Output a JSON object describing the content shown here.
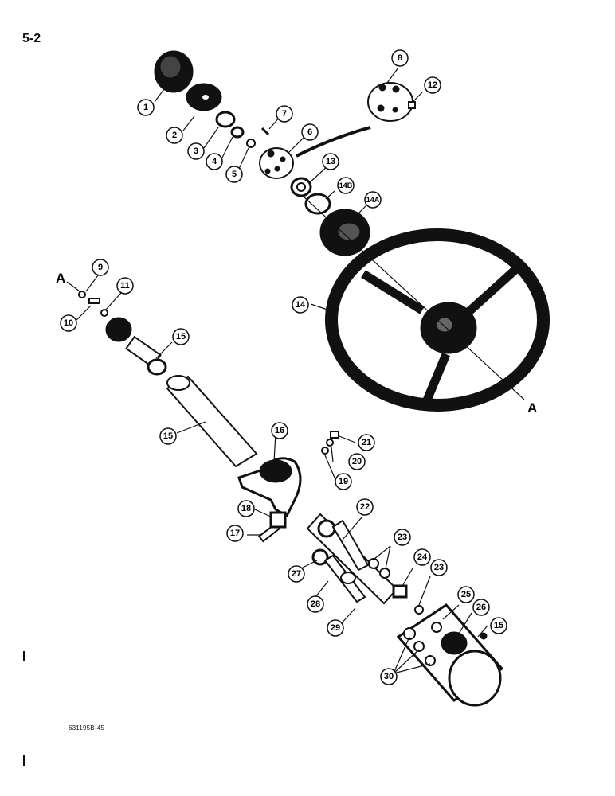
{
  "page": {
    "number": "5-2",
    "figure_code": "631195B-45"
  },
  "section_marker": "A",
  "callouts": [
    "1",
    "2",
    "3",
    "4",
    "5",
    "6",
    "7",
    "8",
    "9",
    "10",
    "11",
    "12",
    "13",
    "14B",
    "14A",
    "14",
    "15",
    "15",
    "15",
    "16",
    "17",
    "18",
    "19",
    "20",
    "21",
    "22",
    "23",
    "23",
    "24",
    "25",
    "26",
    "27",
    "28",
    "29",
    "30"
  ]
}
